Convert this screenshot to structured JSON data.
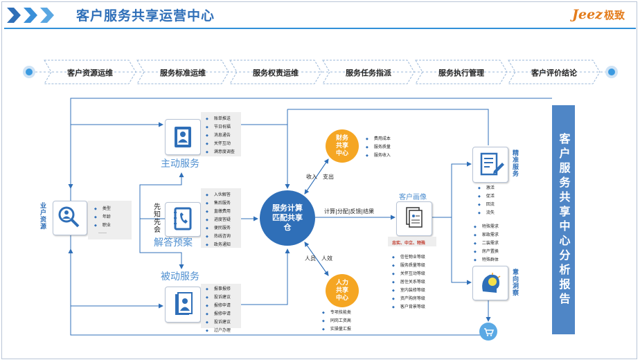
{
  "header": {
    "title": "客户服务共享运营中心",
    "logo_latin": "Jeez",
    "logo_cn": "极致"
  },
  "steps": [
    "客户资源运维",
    "服务标准运维",
    "服务权责运维",
    "服务任务指派",
    "服务执行管理",
    "客户评价结论"
  ],
  "customer": {
    "vertical_label": "业户资源",
    "items": [
      "类型",
      "年龄",
      "职业",
      "……"
    ]
  },
  "active_service": {
    "label": "主动服务",
    "items": [
      "账单推送",
      "节日祝福",
      "消息通告",
      "关怀互动",
      "满意度调查"
    ]
  },
  "answer_service": {
    "label": "解答预案",
    "side_label": "先知先会",
    "items": [
      "入伙解答",
      "售后服务",
      "直缴费用",
      "进度答疑",
      "便民服务",
      "热线咨询",
      "政务通知"
    ]
  },
  "passive_service": {
    "label": "被动服务",
    "items": [
      "报事报修",
      "投诉建议",
      "报修申请",
      "报修申请",
      "投诉建议",
      "过户办理"
    ]
  },
  "center": {
    "label": "服务计算匹配共享仓"
  },
  "finance": {
    "label": "财务共享中心",
    "items": [
      "费用成本",
      "服务质量",
      "服务收入"
    ],
    "flow_label": "收入　支出"
  },
  "hr": {
    "label": "人力共享中心",
    "items": [
      "专项技能类",
      "同岗工资高",
      "实操量汇报"
    ],
    "flow_label": "人员　人效"
  },
  "portrait": {
    "label": "客户画像",
    "flow_label": "计算|分配|反馈|结果",
    "tags": "忠实、中立、特殊",
    "items": [
      "信任物业等级",
      "服务质量等级",
      "关怀互动等级",
      "居住关系等级",
      "室内装修等级",
      "资产购房等级",
      "客户背景等级"
    ]
  },
  "precise": {
    "label": "精准服务",
    "items": [
      "激活",
      "促活",
      "回流",
      "流失"
    ]
  },
  "intent": {
    "label": "意向洞察",
    "items": [
      "特殊需求",
      "家政需求",
      "二装需求",
      "房产置换",
      "特殊群体"
    ]
  },
  "report": {
    "label": "客户服务共享中心分析报告"
  },
  "colors": {
    "primary": "#2f6fb8",
    "accent_orange": "#f5a623",
    "line": "#2f6fb8",
    "report_bg": "#4f86c6"
  }
}
